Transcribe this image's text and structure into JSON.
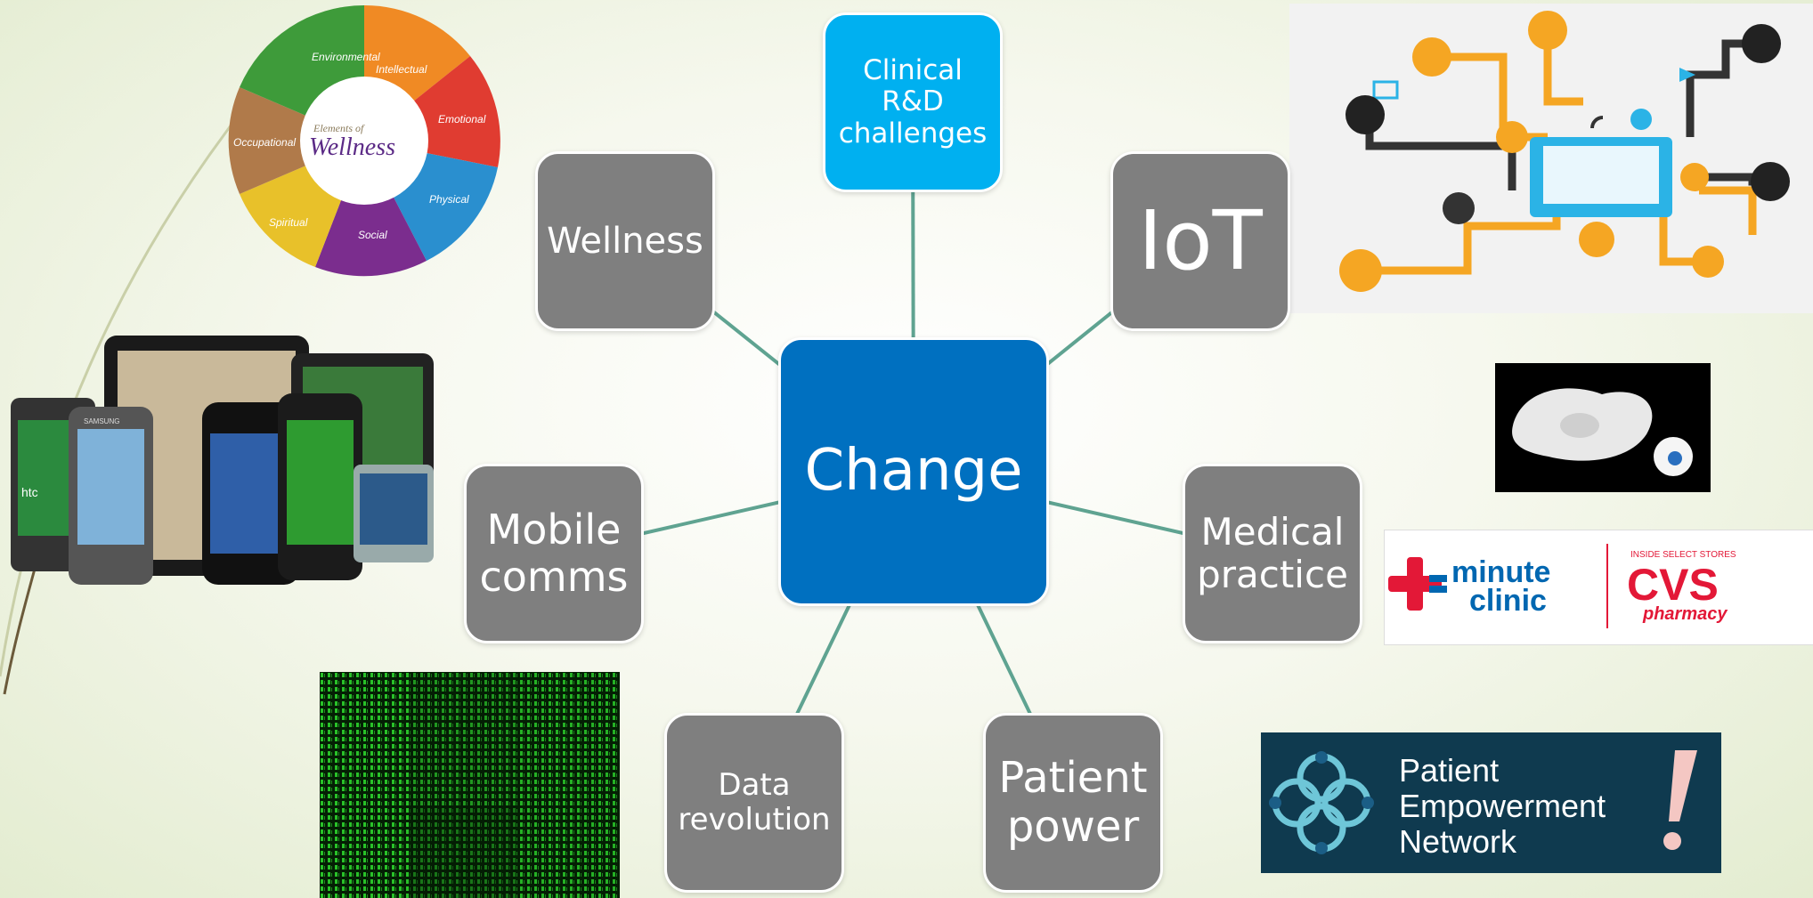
{
  "hub": {
    "label": "Change",
    "color": "#0070c0"
  },
  "nodes": {
    "clinical": {
      "label": "Clinical\nR&D\nchallenges",
      "color": "#00b0f0"
    },
    "iot": {
      "label": "IoT"
    },
    "wellness": {
      "label": "Wellness"
    },
    "mobile": {
      "label": "Mobile\ncomms"
    },
    "medical": {
      "label": "Medical\npractice"
    },
    "data": {
      "label": "Data\nrevolution"
    },
    "patient": {
      "label": "Patient\npower"
    }
  },
  "node_color": "#7f7f7f",
  "connector_color": "#5fa391",
  "images": {
    "wellness_wheel": {
      "center_small": "Elements of",
      "center_big": "Wellness",
      "segments": [
        "Environmental",
        "Intellectual",
        "Emotional",
        "Physical",
        "Social",
        "Spiritual",
        "Occupational"
      ]
    },
    "iot_network": {
      "icons": [
        "phone-icon",
        "monitor-icon",
        "appliance-icon",
        "mail-icon",
        "arrow-icon",
        "location-pin-icon",
        "wifi-icon",
        "laptop-icon",
        "globe-icon",
        "printer-icon",
        "camera-icon",
        "lamp-icon",
        "tv-icon",
        "mobile-icon",
        "bottle-icon",
        "robot-arm-icon"
      ]
    },
    "minute_clinic": {
      "left_top": "minute",
      "left_bottom": "clinic",
      "right_small": "INSIDE SELECT STORES",
      "right_big": "CVS",
      "right_sub": "pharmacy"
    },
    "pen_logo": {
      "line1": "Patient",
      "line2": "Empowerment",
      "line3": "Network"
    },
    "phones": {
      "brand1": "htc",
      "brand2": "SAMSUNG"
    }
  }
}
